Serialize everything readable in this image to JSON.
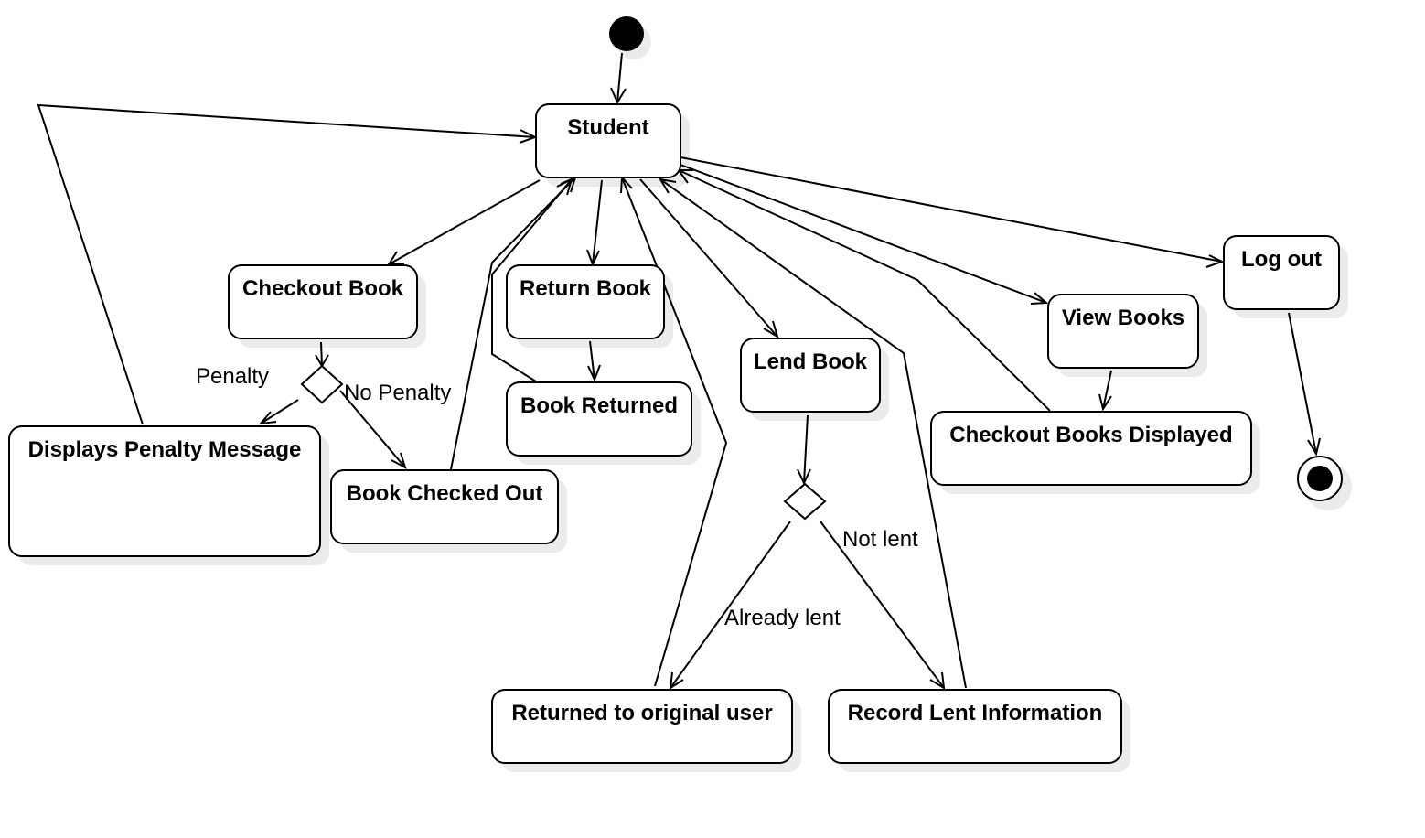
{
  "nodes": {
    "student": "Student",
    "checkout_book": "Checkout Book",
    "return_book": "Return Book",
    "lend_book": "Lend Book",
    "view_books": "View Books",
    "log_out": "Log out",
    "displays_penalty_message": "Displays Penalty Message",
    "book_checked_out": "Book Checked Out",
    "book_returned": "Book Returned",
    "checkout_books_displayed": "Checkout Books Displayed",
    "returned_to_original_user": "Returned to original user",
    "record_lent_information": "Record Lent Information"
  },
  "edge_labels": {
    "penalty": "Penalty",
    "no_penalty": "No Penalty",
    "already_lent": "Already lent",
    "not_lent": "Not lent"
  },
  "colors": {
    "stroke": "#000000",
    "fill": "#ffffff",
    "shadow": "#dddddd"
  }
}
